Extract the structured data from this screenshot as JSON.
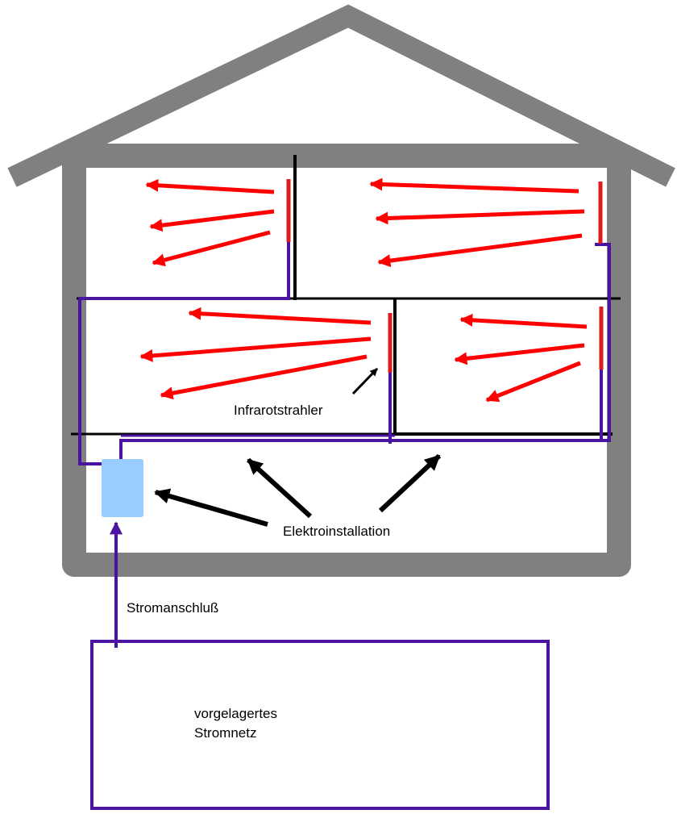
{
  "labels": {
    "heater": "Infrarotstrahler",
    "installation": "Elektroinstallation",
    "connection": "Stromanschluß",
    "grid_line1": "vorgelagertes",
    "grid_line2": "Stromnetz"
  },
  "colors": {
    "house": "#808080",
    "wall": "#000000",
    "wire": "#4b14a0",
    "heater": "#e01b1b",
    "heat_arrow": "#ff0000",
    "distribution_box": "#99ccff",
    "pointer_arrow": "#000000"
  },
  "rooms": [
    {
      "name": "top-left-room",
      "heat_arrows": 3
    },
    {
      "name": "top-right-room",
      "heat_arrows": 3
    },
    {
      "name": "middle-left-room",
      "heat_arrows": 3
    },
    {
      "name": "middle-right-room",
      "heat_arrows": 3
    }
  ]
}
